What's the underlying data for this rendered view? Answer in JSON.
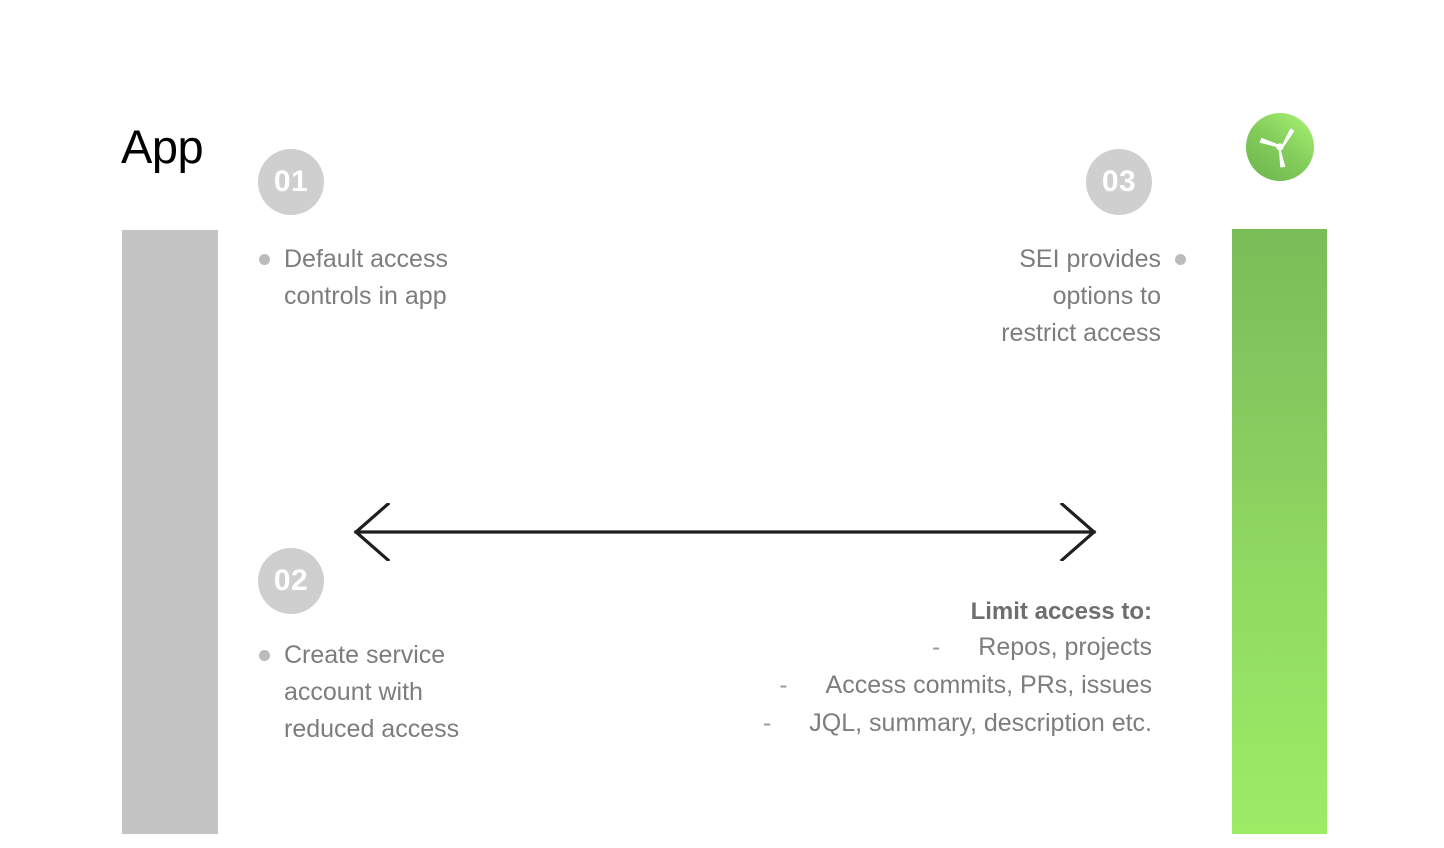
{
  "slide": {
    "title": "App",
    "background": "#ffffff"
  },
  "brand": {
    "logo_icon": "propeller-logo-icon",
    "color_light": "#9ce96a",
    "color_dark": "#6fb84f"
  },
  "bars": {
    "left": {
      "name": "app-side-bar",
      "color": "#c4c4c4"
    },
    "right": {
      "name": "sei-side-bar",
      "gradient_from": "#79bd58",
      "gradient_to": "#9cec66"
    }
  },
  "steps": [
    {
      "number": "01",
      "bullet_icon": "bullet-dot-icon",
      "lines": [
        "Default access",
        "controls in app"
      ],
      "align": "left"
    },
    {
      "number": "02",
      "bullet_icon": "bullet-dot-icon",
      "lines": [
        "Create service",
        "account with",
        "reduced access"
      ],
      "align": "left"
    },
    {
      "number": "03",
      "bullet_icon": "bullet-dot-icon",
      "lines": [
        "SEI provides",
        "options to",
        "restrict access"
      ],
      "align": "right"
    }
  ],
  "arrow": {
    "icon": "double-headed-arrow-icon",
    "color": "#1f1f1f",
    "direction": "bidirectional"
  },
  "limit_access": {
    "heading": "Limit access to:",
    "dash": "-",
    "items": [
      "Repos, projects",
      "Access commits, PRs, issues",
      "JQL, summary, description etc."
    ]
  },
  "palette": {
    "badge_bg": "#cfcfcf",
    "badge_text": "#ffffff",
    "body_text": "#7d7d7d",
    "bullet": "#bcbcbc",
    "title_text": "#000000"
  }
}
